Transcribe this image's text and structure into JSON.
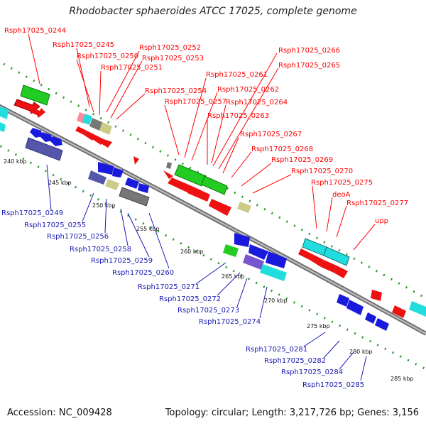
{
  "title": "Rhodobacter sphaeroides ATCC 17025, complete genome",
  "footer": {
    "accession_label": "Accession:",
    "accession": "NC_009428",
    "topology_label": "Topology:",
    "topology": "circular",
    "length_label": "Length:",
    "length": "3,217,726 bp",
    "genes_label": "Genes:",
    "genes": "3,156"
  },
  "colors": {
    "forward_label": "#ff0000",
    "reverse_label": "#1a1ab5",
    "backbone": "#888888",
    "tick_dots": "#2a9a2a"
  },
  "scale_ticks": [
    "240 kbp",
    "245 kbp",
    "250 kbp",
    "255 kbp",
    "260 kbp",
    "265 kbp",
    "270 kbp",
    "275 kbp",
    "280 kbp",
    "285 kbp"
  ],
  "forward_labels": [
    "Rsph17025_0244",
    "Rsph17025_0245",
    "Rsph17025_0250",
    "Rsph17025_0251",
    "Rsph17025_0252",
    "Rsph17025_0253",
    "Rsph17025_0254",
    "Rsph17025_0257",
    "Rsph17025_0261",
    "Rsph17025_0262",
    "Rsph17025_0264",
    "Rsph17025_0263",
    "Rsph17025_0266",
    "Rsph17025_0265",
    "Rsph17025_0267",
    "Rsph17025_0268",
    "Rsph17025_0269",
    "Rsph17025_0270",
    "Rsph17025_0275",
    "deoA",
    "Rsph17025_0277",
    "upp"
  ],
  "reverse_labels": [
    "Rsph17025_0249",
    "Rsph17025_0255",
    "Rsph17025_0256",
    "Rsph17025_0258",
    "Rsph17025_0259",
    "Rsph17025_0260",
    "Rsph17025_0271",
    "Rsph17025_0272",
    "Rsph17025_0273",
    "Rsph17025_0274",
    "Rsph17025_0281",
    "Rsph17025_0282",
    "Rsph17025_0284",
    "Rsph17025_0285"
  ]
}
